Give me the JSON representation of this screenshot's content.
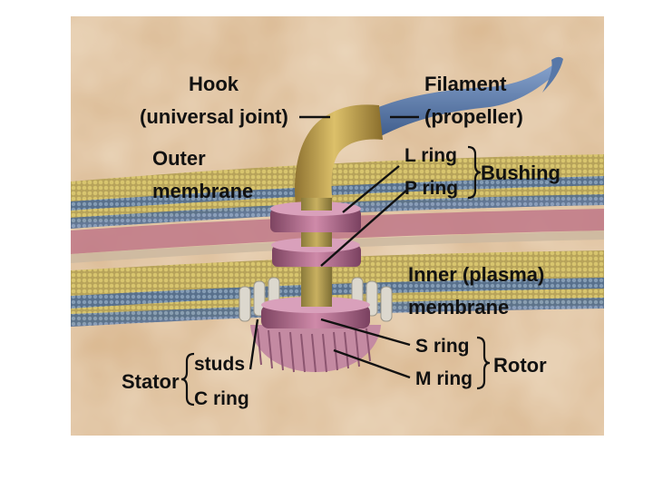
{
  "labels": {
    "hook": "Hook",
    "hook_note": "(universal joint)",
    "filament": "Filament",
    "filament_note": "(propeller)",
    "outer_membrane_1": "Outer",
    "outer_membrane_2": "membrane",
    "l_ring": "L ring",
    "p_ring": "P ring",
    "bushing": "Bushing",
    "inner_membrane_1": "Inner (plasma)",
    "inner_membrane_2": "membrane",
    "s_ring": "S ring",
    "m_ring": "M ring",
    "rotor": "Rotor",
    "stator": "Stator",
    "studs": "studs",
    "c_ring": "C ring"
  },
  "colors": {
    "background": "#d8b48a",
    "lipid_heads": "#c9b055",
    "lipid_blue": "#5f7fa8",
    "periplasm_pink": "#c07888",
    "hook": "#c8a64e",
    "filament": "#5878a8",
    "rings": "#b86f90",
    "studs": "#d9d6cc"
  }
}
